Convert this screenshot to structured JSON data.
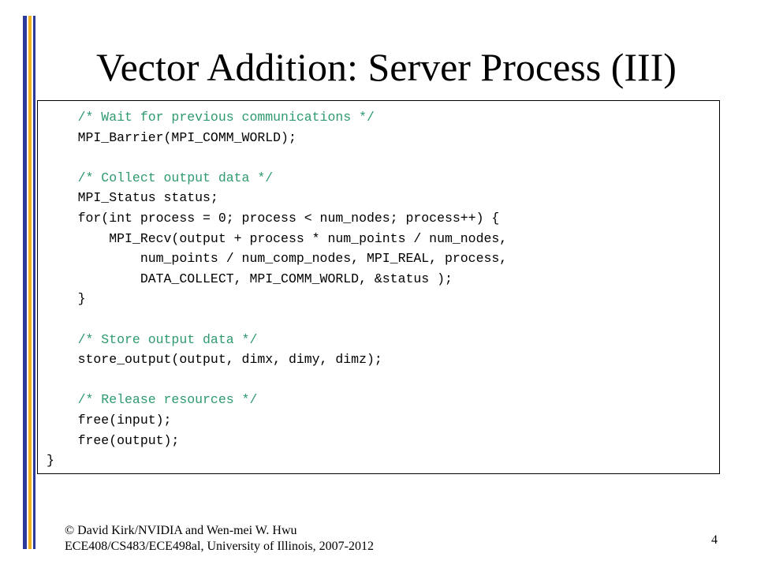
{
  "slide": {
    "title": "Vector Addition: Server Process (III)",
    "page_number": "4",
    "footer": {
      "line1": "© David Kirk/NVIDIA and Wen-mei W. Hwu",
      "line2": "ECE408/CS483/ECE498al, University of Illinois, 2007-2012"
    },
    "colors": {
      "accent_blue": "#2b3a9b",
      "accent_gold": "#f0b21e",
      "comment_green": "#2e9a6e"
    }
  },
  "code": {
    "lines": [
      {
        "text": "    /* Wait for previous communications */",
        "kind": "comment"
      },
      {
        "text": "    MPI_Barrier(MPI_COMM_WORLD);",
        "kind": "code"
      },
      {
        "text": "",
        "kind": "blank"
      },
      {
        "text": "    /* Collect output data */",
        "kind": "comment"
      },
      {
        "text": "    MPI_Status status;",
        "kind": "code"
      },
      {
        "text": "    for(int process = 0; process < num_nodes; process++) {",
        "kind": "code"
      },
      {
        "text": "        MPI_Recv(output + process * num_points / num_nodes,",
        "kind": "code"
      },
      {
        "text": "            num_points / num_comp_nodes, MPI_REAL, process,",
        "kind": "code"
      },
      {
        "text": "            DATA_COLLECT, MPI_COMM_WORLD, &status );",
        "kind": "code"
      },
      {
        "text": "    }",
        "kind": "code"
      },
      {
        "text": "",
        "kind": "blank"
      },
      {
        "text": "    /* Store output data */",
        "kind": "comment"
      },
      {
        "text": "    store_output(output, dimx, dimy, dimz);",
        "kind": "code"
      },
      {
        "text": "",
        "kind": "blank"
      },
      {
        "text": "    /* Release resources */",
        "kind": "comment"
      },
      {
        "text": "    free(input);",
        "kind": "code"
      },
      {
        "text": "    free(output);",
        "kind": "code"
      },
      {
        "text": "}",
        "kind": "code"
      }
    ]
  }
}
